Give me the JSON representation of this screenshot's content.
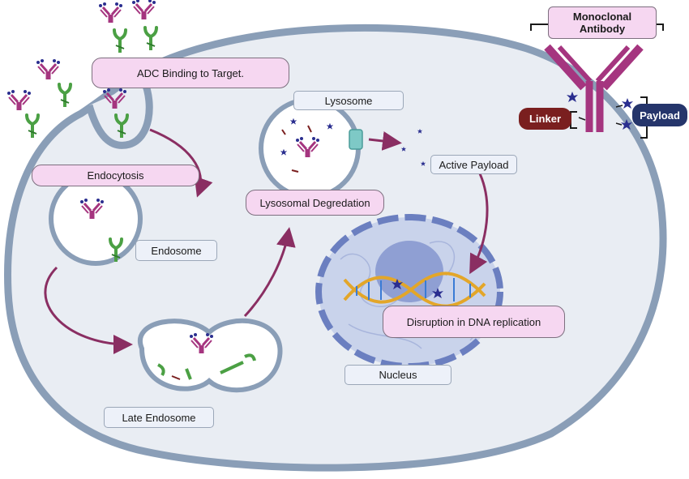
{
  "labels": {
    "adc_binding": "ADC Binding to Target.",
    "endocytosis": "Endocytosis",
    "endosome": "Endosome",
    "late_endosome": "Late Endosome",
    "lysosome": "Lysosome",
    "lysosomal_degradation": "Lysosomal Degredation",
    "active_payload": "Active Payload",
    "disruption": "Disruption in DNA replication",
    "nucleus": "Nucleus"
  },
  "legend": {
    "title_line1": "Monoclonal",
    "title_line2": "Antibody",
    "linker": "Linker",
    "payload": "Payload"
  },
  "colors": {
    "cell_membrane": "#8a9eb7",
    "cell_fill": "#e9edf3",
    "vesicle_fill": "#ffffff",
    "antibody": "#a5357f",
    "receptor": "#4ba044",
    "payload": "#2a2e8f",
    "arrow": "#8a2e62",
    "dna_backbone": "#e3a629",
    "nucleus_fill": "#c9d3eb",
    "nucleolus": "#8f9fd3",
    "linker_tag": "#7a1f1f",
    "payload_tag": "#25356b",
    "pink_label": "#f6d7f1",
    "blue_label": "#edf1f9"
  },
  "icons": [
    "antibody-icon",
    "receptor-icon",
    "payload-star-icon",
    "channel-icon",
    "dna-helix-icon"
  ]
}
